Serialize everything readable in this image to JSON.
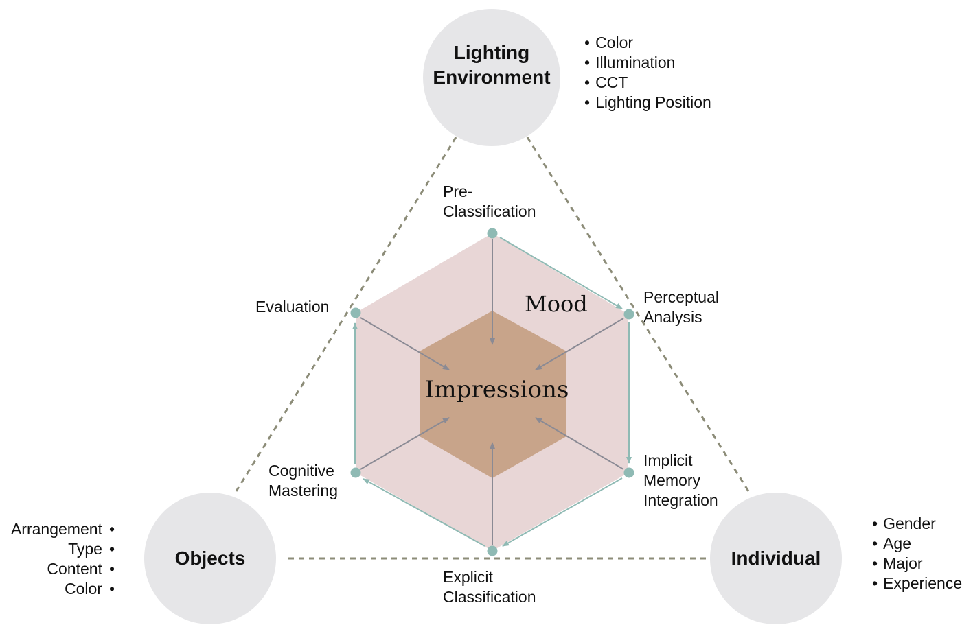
{
  "colors": {
    "circle_fill": "#e6e6e8",
    "outer_hexagon": "#e8d6d6",
    "inner_hexagon": "#c8a48a",
    "node": "#8fbab4",
    "cycle_arrow": "#8fbab4",
    "spoke_arrow": "#8a8a94",
    "dashed_line": "#8c8c78"
  },
  "center": {
    "title": "Impressions",
    "outer_label": "Mood"
  },
  "factors": {
    "lighting": {
      "title_lines": [
        "Lighting",
        "Environment"
      ],
      "items": [
        "Color",
        "Illumination",
        "CCT",
        "Lighting Position"
      ]
    },
    "objects": {
      "title": "Objects",
      "items": [
        "Arrangement",
        "Type",
        "Content",
        "Color"
      ]
    },
    "individual": {
      "title": "Individual",
      "items": [
        "Gender",
        "Age",
        "Major",
        "Experience"
      ]
    }
  },
  "stages": {
    "pre_classification": [
      "Pre-",
      "Classification"
    ],
    "perceptual_analysis": [
      "Perceptual",
      "Analysis"
    ],
    "implicit_memory": [
      "Implicit",
      "Memory",
      "Integration"
    ],
    "explicit_classification": [
      "Explicit",
      "Classification"
    ],
    "cognitive_mastering": [
      "Cognitive",
      "Mastering"
    ],
    "evaluation": [
      "Evaluation"
    ]
  }
}
